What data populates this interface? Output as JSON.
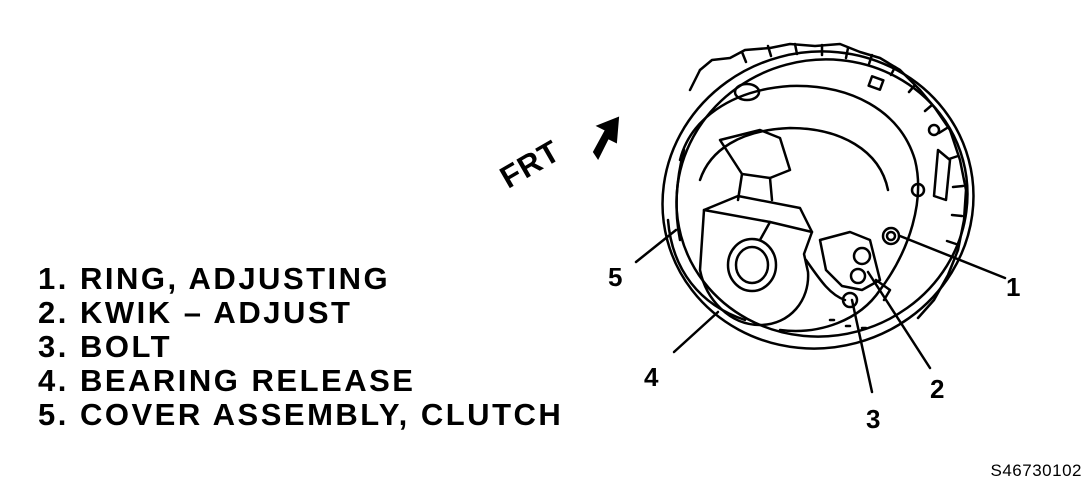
{
  "legend": [
    "1. RING, ADJUSTING",
    "2. KWIK – ADJUST",
    "3. BOLT",
    "4. BEARING RELEASE",
    "5. COVER ASSEMBLY, CLUTCH"
  ],
  "callouts": {
    "c1": "1",
    "c2": "2",
    "c3": "3",
    "c4": "4",
    "c5": "5"
  },
  "direction_label": "FRT",
  "figure_id": "S46730102"
}
